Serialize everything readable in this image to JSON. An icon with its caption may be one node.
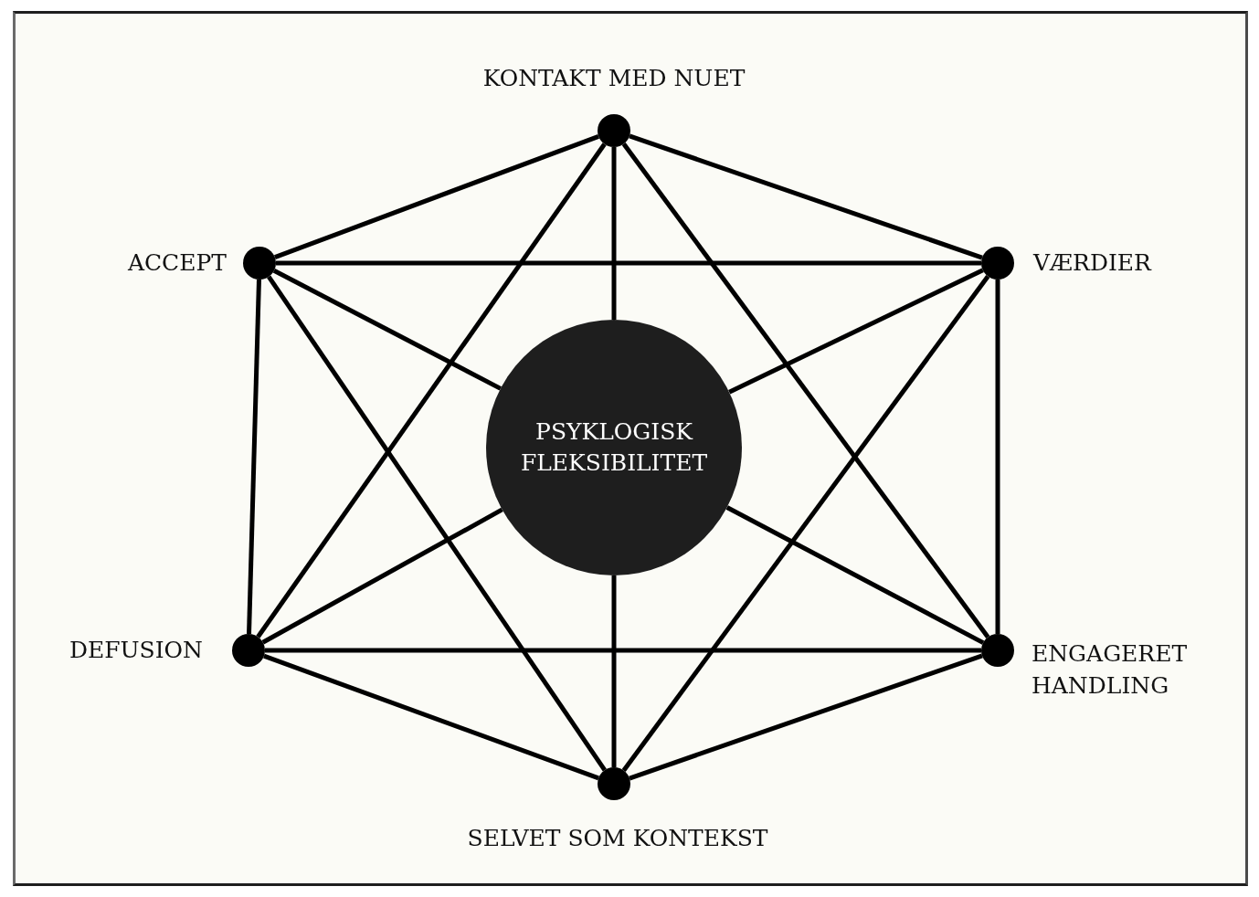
{
  "diagram": {
    "nodes": [
      {
        "text": [],
        "shape": "circle",
        "beside": [
          "KONTAKT MED NUET"
        ]
      },
      {
        "text": [],
        "shape": "circle",
        "beside": [
          "ACCEPT"
        ]
      },
      {
        "text": [],
        "shape": "circle",
        "beside": [
          "VÆRDIER"
        ]
      },
      {
        "text": [
          "PSYKLOGISK FLEKSIBILITET"
        ]
      },
      {
        "text": [],
        "shape": "circle",
        "beside": [
          "DEFUSION"
        ]
      },
      {
        "text": [],
        "shape": "circle",
        "beside": [
          "ENGAGERET HANDLING"
        ]
      },
      {
        "text": [],
        "shape": "circle",
        "beside": [
          "SELVET SOM KONTEKST"
        ]
      }
    ],
    "edges": [
      {
        "from": 0,
        "to": 1,
        "arrow": "none"
      },
      {
        "from": 0,
        "to": 2,
        "arrow": "none"
      },
      {
        "from": 1,
        "to": 4,
        "arrow": "none"
      },
      {
        "from": 2,
        "to": 5,
        "arrow": "none"
      },
      {
        "from": 4,
        "to": 6,
        "arrow": "none"
      },
      {
        "from": 5,
        "to": 6,
        "arrow": "none"
      },
      {
        "from": 1,
        "to": 2,
        "arrow": "none"
      },
      {
        "from": 4,
        "to": 5,
        "arrow": "none"
      },
      {
        "from": 0,
        "to": 4,
        "arrow": "none"
      },
      {
        "from": 0,
        "to": 5,
        "arrow": "none"
      },
      {
        "from": 1,
        "to": 6,
        "arrow": "none"
      },
      {
        "from": 2,
        "to": 6,
        "arrow": "none"
      },
      {
        "from": 0,
        "to": 3,
        "arrow": "none"
      },
      {
        "from": 1,
        "to": 3,
        "arrow": "none"
      },
      {
        "from": 2,
        "to": 3,
        "arrow": "none"
      },
      {
        "from": 4,
        "to": 3,
        "arrow": "none"
      },
      {
        "from": 5,
        "to": 3,
        "arrow": "none"
      },
      {
        "from": 6,
        "to": 3,
        "arrow": "none"
      }
    ]
  }
}
